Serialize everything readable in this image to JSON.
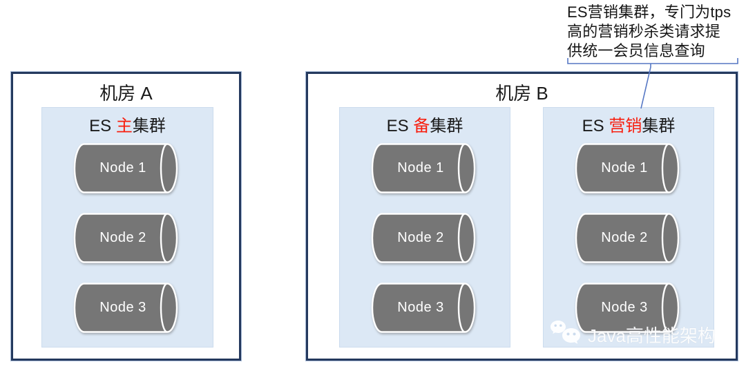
{
  "note": {
    "lines": [
      "ES营销集群，专门为tps",
      "高的营销秒杀类请求提",
      "供统一会员信息查询"
    ]
  },
  "rooms": [
    {
      "title": "机房 A",
      "clusters": [
        {
          "prefix": "ES ",
          "highlight": "主",
          "suffix": "集群",
          "nodes": [
            "Node 1",
            "Node 2",
            "Node 3"
          ]
        }
      ]
    },
    {
      "title": "机房 B",
      "clusters": [
        {
          "prefix": "ES ",
          "highlight": "备",
          "suffix": "集群",
          "nodes": [
            "Node 1",
            "Node 2",
            "Node 3"
          ]
        },
        {
          "prefix": "ES ",
          "highlight": "营销",
          "suffix": "集群",
          "nodes": [
            "Node 1",
            "Node 2",
            "Node 3"
          ]
        }
      ]
    }
  ],
  "watermark": {
    "label": "Java高性能架构",
    "icon": "wechat-icon"
  },
  "colors": {
    "room_border_navy": "#24395e",
    "cluster_fill_blue": "#dce8f5",
    "cylinder_gray": "#767676",
    "highlight_red": "#f81e0e",
    "connector_blue": "#5577c4",
    "text_black": "#1a1a1a",
    "node_text_white": "#ffffff"
  }
}
